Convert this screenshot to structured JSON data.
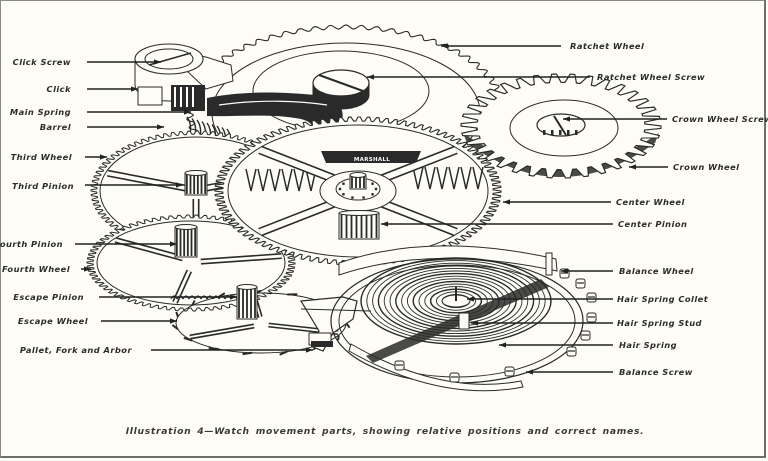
{
  "figure": {
    "caption": "Illustration 4—Watch movement parts, showing relative positions and correct names.",
    "brand_engraving": "MARSHALL",
    "ink_color": "#2a2a2a",
    "paper_color": "#fdfcf6",
    "border_color": "#7a7a76"
  },
  "labels": {
    "left": [
      {
        "id": "click-screw",
        "text": "Click Screw"
      },
      {
        "id": "click",
        "text": "Click"
      },
      {
        "id": "main-spring",
        "text": "Main Spring"
      },
      {
        "id": "barrel",
        "text": "Barrel"
      },
      {
        "id": "third-wheel",
        "text": "Third Wheel"
      },
      {
        "id": "third-pinion",
        "text": "Third Pinion"
      },
      {
        "id": "fourth-pinion",
        "text": "Fourth Pinion"
      },
      {
        "id": "fourth-wheel",
        "text": "Fourth Wheel"
      },
      {
        "id": "escape-pinion",
        "text": "Escape Pinion"
      },
      {
        "id": "escape-wheel",
        "text": "Escape Wheel"
      },
      {
        "id": "pallet-fork-arbor",
        "text": "Pallet, Fork and Arbor"
      }
    ],
    "right": [
      {
        "id": "ratchet-wheel",
        "text": "Ratchet Wheel"
      },
      {
        "id": "ratchet-wheel-screw",
        "text": "Ratchet Wheel Screw"
      },
      {
        "id": "crown-wheel-screw",
        "text": "Crown Wheel Screw"
      },
      {
        "id": "crown-wheel",
        "text": "Crown Wheel"
      },
      {
        "id": "center-wheel",
        "text": "Center Wheel"
      },
      {
        "id": "center-pinion",
        "text": "Center Pinion"
      },
      {
        "id": "balance-wheel",
        "text": "Balance Wheel"
      },
      {
        "id": "hair-spring-collet",
        "text": "Hair Spring Collet"
      },
      {
        "id": "hair-spring-stud",
        "text": "Hair Spring Stud"
      },
      {
        "id": "hair-spring",
        "text": "Hair Spring"
      },
      {
        "id": "balance-screw",
        "text": "Balance Screw"
      }
    ]
  }
}
